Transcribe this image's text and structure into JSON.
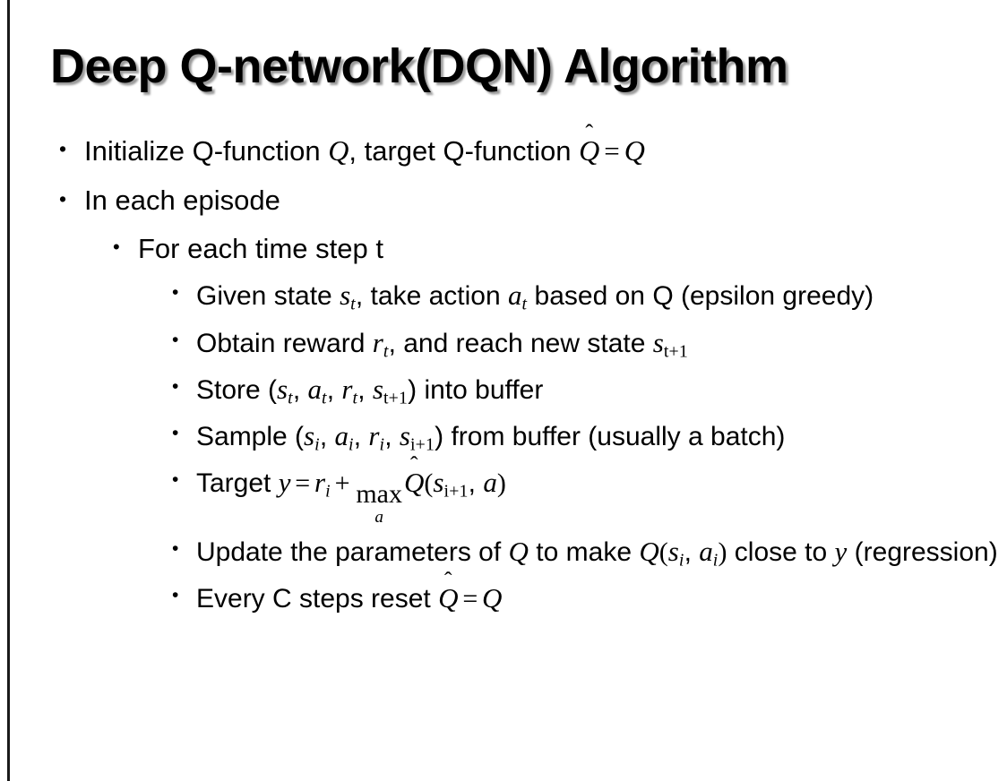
{
  "slide": {
    "title": "Deep Q-network(DQN) Algorithm",
    "bullet_glyph": "•",
    "background_color": "#ffffff",
    "text_color": "#000000",
    "left_rule_color": "#1a1a1a",
    "title_shadow_color": "#787878"
  },
  "content": {
    "initialize": {
      "pre": "Initialize Q-function ",
      "var_q": "Q",
      "mid": ", target Q-function ",
      "var_qhat": "Q",
      "hat": "̂",
      "equals": "=",
      "var_q2": "Q"
    },
    "episode": {
      "label": "In each episode"
    },
    "timestep": {
      "label": "For each time step t"
    },
    "given_state": {
      "pre": "Given state ",
      "var_s": "s",
      "sub_s": "t",
      "mid": ", take action ",
      "var_a": "a",
      "sub_a": "t",
      "post": " based on Q (epsilon greedy)"
    },
    "obtain_reward": {
      "pre": "Obtain reward ",
      "var_r": "r",
      "sub_r": "t",
      "mid": ", and reach new state ",
      "var_s": "s",
      "sub_s": "t+1"
    },
    "store": {
      "pre": "Store (",
      "var_s": "s",
      "sub_s": "t",
      "sep1": ", ",
      "var_a": "a",
      "sub_a": "t",
      "sep2": ", ",
      "var_r": "r",
      "sub_r": "t",
      "sep3": ", ",
      "var_s2": "s",
      "sub_s2": "t+1",
      "post": ") into buffer"
    },
    "sample": {
      "pre": "Sample (",
      "var_s": "s",
      "sub_s": "i",
      "sep1": ", ",
      "var_a": "a",
      "sub_a": "i",
      "sep2": ", ",
      "var_r": "r",
      "sub_r": "i",
      "sep3": ", ",
      "var_s2": "s",
      "sub_s2": "i+1",
      "post": ") from buffer (usually a batch)"
    },
    "target": {
      "pre": "Target ",
      "var_y": "y",
      "equals": "=",
      "var_r": "r",
      "sub_r": "i",
      "plus": "+",
      "op_main": "max",
      "op_lim": "a",
      "var_qhat": "Q",
      "hat": "̂",
      "paren_open": "(",
      "var_s": "s",
      "sub_s": "i+1",
      "comma": ", ",
      "var_a": "a",
      "paren_close": ")"
    },
    "update": {
      "pre": "Update the parameters of ",
      "var_q": "Q",
      "mid": " to make ",
      "var_q2": "Q",
      "paren_open": "(",
      "var_s": "s",
      "sub_s": "i",
      "comma": ", ",
      "var_a": "a",
      "sub_a": "i",
      "paren_close": ")",
      "post": " close to ",
      "var_y": "y",
      "tail": " (regression)"
    },
    "reset": {
      "pre": "Every C steps reset ",
      "var_qhat": "Q",
      "hat": "̂",
      "equals": "=",
      "var_q": "Q"
    }
  }
}
